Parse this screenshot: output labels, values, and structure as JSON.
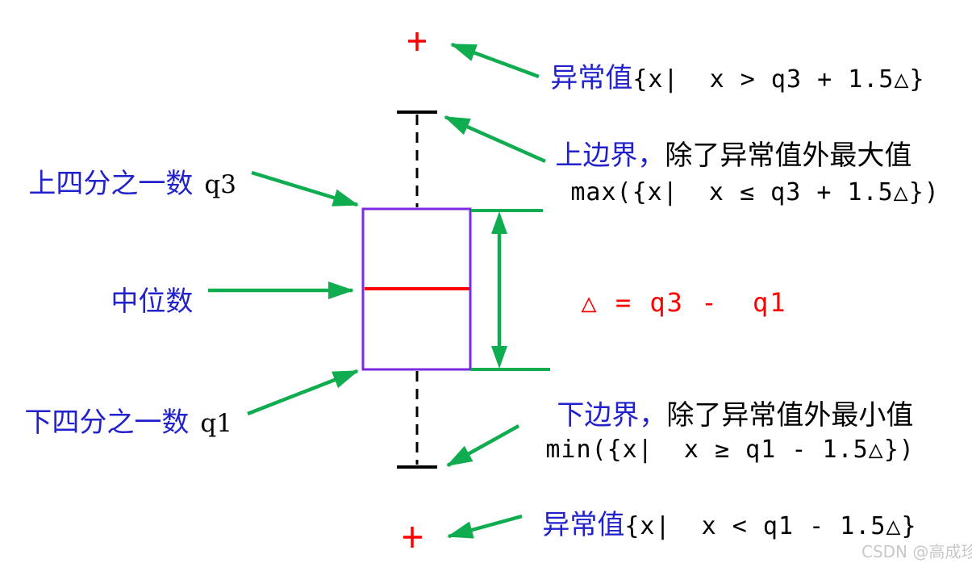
{
  "colors": {
    "blue": "#2222CC",
    "green": "#10AC50",
    "purple": "#7D2AE2",
    "red": "#FF0000",
    "black": "#000000",
    "watermark_gray": "#C8C8C8"
  },
  "labels": {
    "outlier_top": {
      "zh": "异常值",
      "math": "{x|  x > q3 + 1.5△}"
    },
    "upper_bound": {
      "zh": "上边界，",
      "rest": "除了异常值外最大值",
      "math": "max({x|  x ≤ q3 + 1.5△})"
    },
    "q3": {
      "zh": "上四分之一数",
      "var": "q3"
    },
    "median": {
      "zh": "中位数"
    },
    "delta_eq": {
      "text": "△ = q3 -  q1"
    },
    "q1": {
      "zh": "下四分之一数",
      "var": "q1"
    },
    "lower_bound": {
      "zh": "下边界，",
      "rest": "除了异常值外最小值",
      "math": "min({x|  x ≥ q1 - 1.5△})"
    },
    "outlier_bottom": {
      "zh": "异常值",
      "math": "{x|  x < q1 - 1.5△}"
    },
    "watermark": "CSDN @高成珍"
  }
}
